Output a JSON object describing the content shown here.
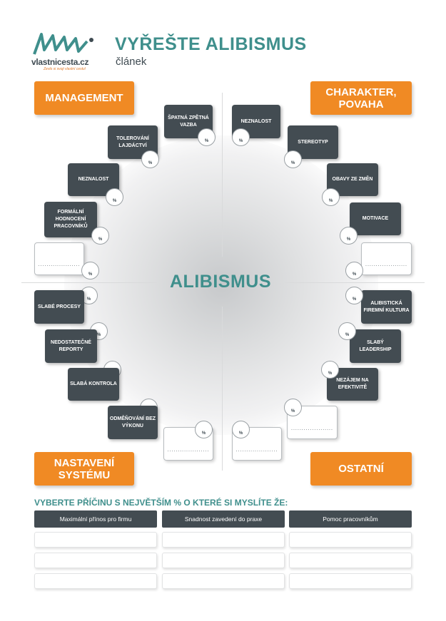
{
  "header": {
    "logo_name": "vlastnicesta.cz",
    "logo_tagline": "Zevlo si svoji vlastní cestu!",
    "title": "VYŘEŠTE ALIBISMUS",
    "subtitle": "článek"
  },
  "center_label": "ALIBISMUS",
  "categories": {
    "management": "MANAGEMENT",
    "charakter": "CHARAKTER, POVAHA",
    "nastaveni": "NASTAVENÍ SYSTÉMU",
    "ostatni": "OSTATNÍ"
  },
  "causes": {
    "management": [
      "ŠPATNÁ ZPĚTNÁ VAZBA",
      "TOLEROVÁNÍ LAJDÁCTVÍ",
      "NEZNALOST",
      "FORMÁLNÍ HODNOCENÍ PRACOVNÍKŮ"
    ],
    "charakter": [
      "NEZNALOST",
      "STEREOTYP",
      "OBAVY ZE ZMĚN",
      "MOTIVACE"
    ],
    "nastaveni": [
      "SLABÉ PROCESY",
      "NEDOSTATEČNÉ REPORTY",
      "SLABÁ KONTROLA",
      "ODMĚŇOVÁNÍ BEZ VÝKONU"
    ],
    "ostatni": [
      "ALIBISTICKÁ FIREMNÍ KULTURA",
      "SLABÝ LEADERSHIP",
      "NEZÁJEM NA EFEKTIVITĚ"
    ]
  },
  "percent_symbol": "%",
  "blank_line": "....................",
  "question": "VYBERTE PŘÍČINU S NEJVĚTŠÍM % O KTERÉ SI MYSLÍTE ŽE:",
  "table": {
    "headers": [
      "Maximální přínos pro firmu",
      "Snadnost zavedení do praxe",
      "Pomoc pracovníkům"
    ]
  },
  "colors": {
    "teal": "#3f8f8c",
    "orange": "#f08a24",
    "dark": "#434c52"
  }
}
